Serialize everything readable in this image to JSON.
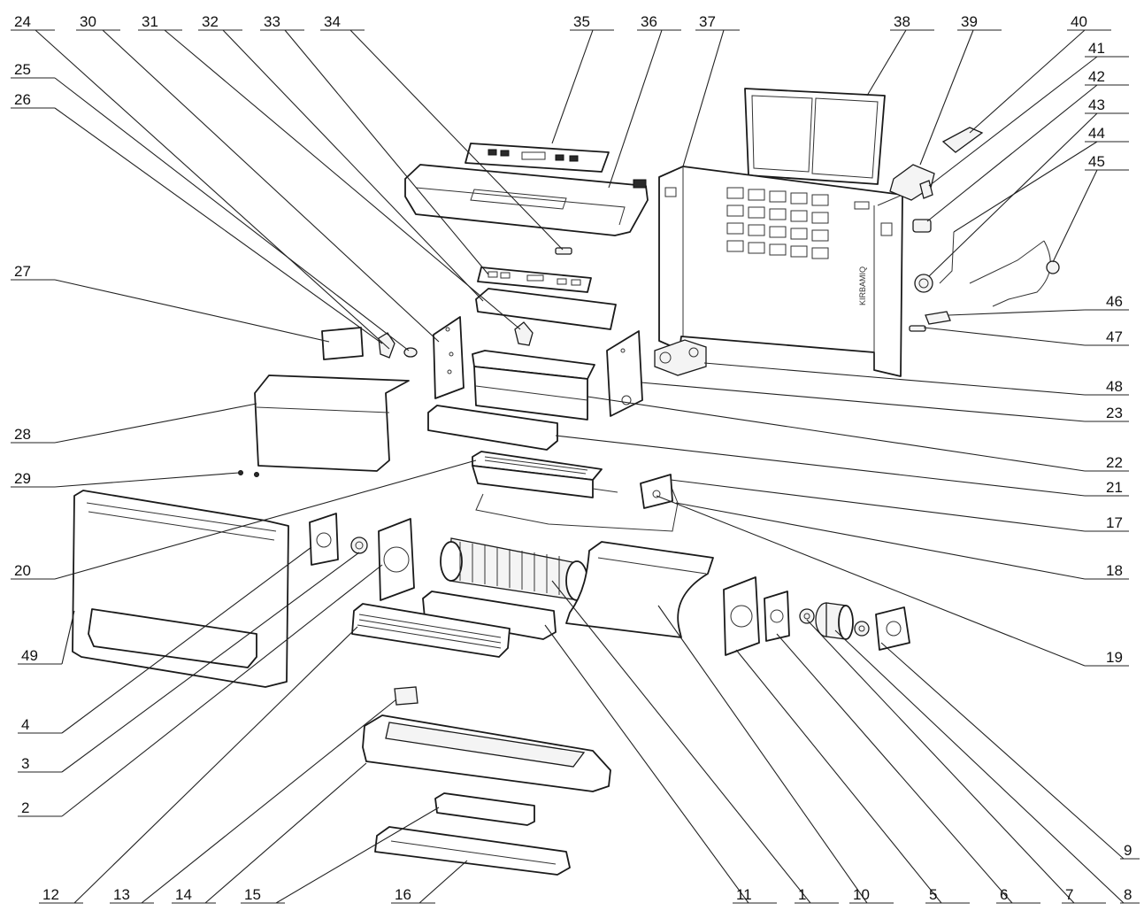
{
  "labels": {
    "p1": "1",
    "p2": "2",
    "p3": "3",
    "p4": "4",
    "p5": "5",
    "p6": "6",
    "p7": "7",
    "p8": "8",
    "p9": "9",
    "p10": "10",
    "p11": "11",
    "p12": "12",
    "p13": "13",
    "p14": "14",
    "p15": "15",
    "p16": "16",
    "p17": "17",
    "p18": "18",
    "p19": "19",
    "p20": "20",
    "p21": "21",
    "p22": "22",
    "p23": "23",
    "p24": "24",
    "p25": "25",
    "p26": "26",
    "p27": "27",
    "p28": "28",
    "p29": "29",
    "p30": "30",
    "p31": "31",
    "p32": "32",
    "p33": "33",
    "p34": "34",
    "p35": "35",
    "p36": "36",
    "p37": "37",
    "p38": "38",
    "p39": "39",
    "p40": "40",
    "p41": "41",
    "p42": "42",
    "p43": "43",
    "p44": "44",
    "p45": "45",
    "p46": "46",
    "p47": "47",
    "p48": "48",
    "p49": "49"
  },
  "panel_text": "KIRBAMIQ"
}
